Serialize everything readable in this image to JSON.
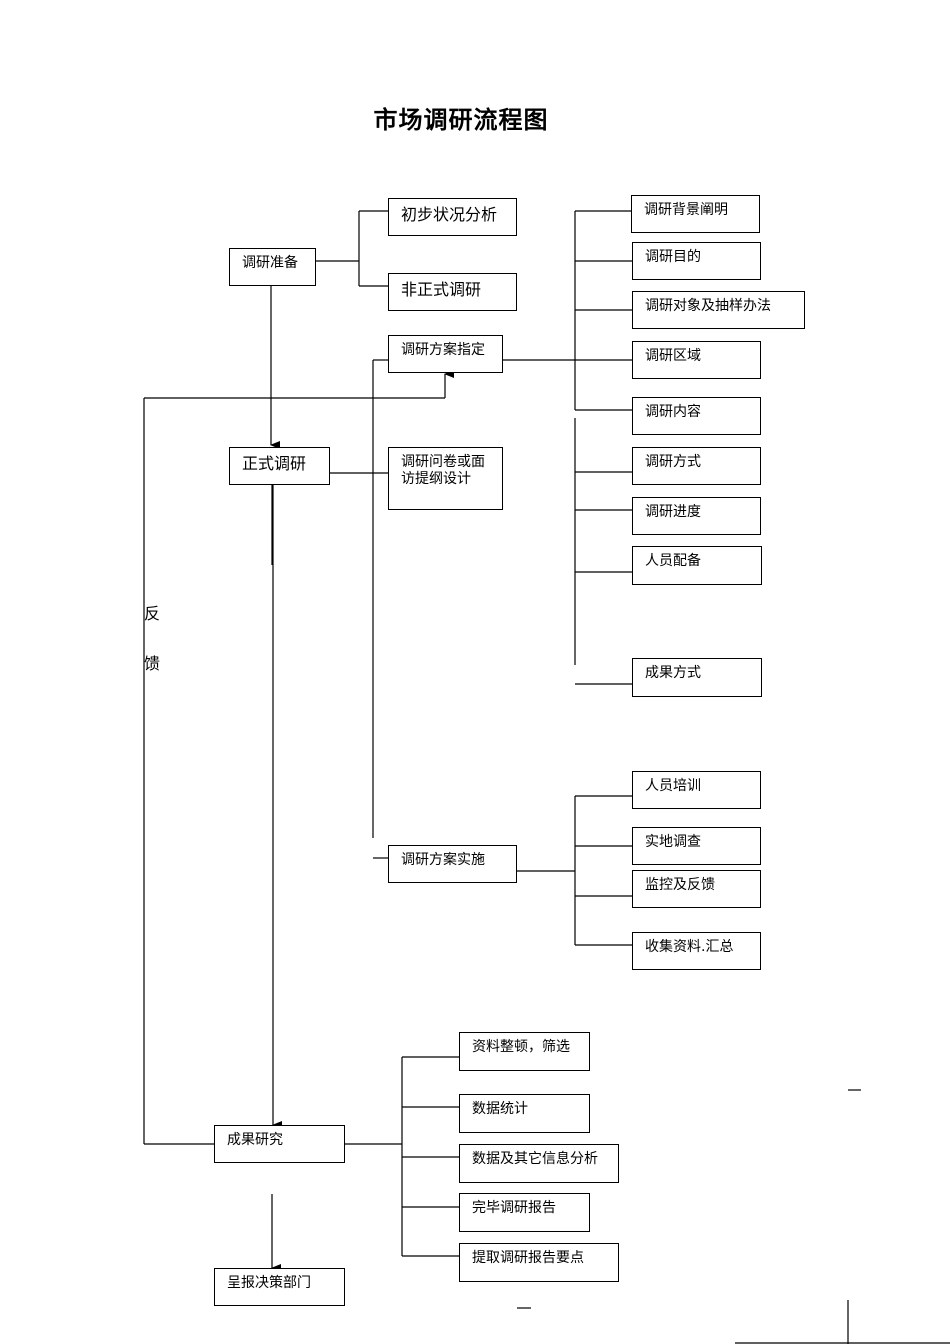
{
  "title": "市场调研流程图",
  "feedback": [
    "反",
    "馈"
  ],
  "nodes": {
    "prep": "调研准备",
    "prelim": "初步状况分析",
    "informal": "非正式调研",
    "plan": "调研方案指定",
    "formal": "正式调研",
    "questionnaire": "调研问卷或面访提纲设计",
    "implement": "调研方案实施",
    "research": "成果研究",
    "report": "呈报决策部门"
  },
  "plan_items": [
    "调研背景阐明",
    "调研目的",
    "调研对象及抽样办法",
    "调研区域",
    "调研内容",
    "调研方式",
    "调研进度",
    "人员配备",
    "成果方式"
  ],
  "implement_items": [
    "人员培训",
    "实地调查",
    "监控及反馈",
    "收集资料.汇总"
  ],
  "research_items": [
    "资料整顿，筛选",
    "数据统计",
    "数据及其它信息分析",
    "完毕调研报告",
    "提取调研报告要点"
  ]
}
